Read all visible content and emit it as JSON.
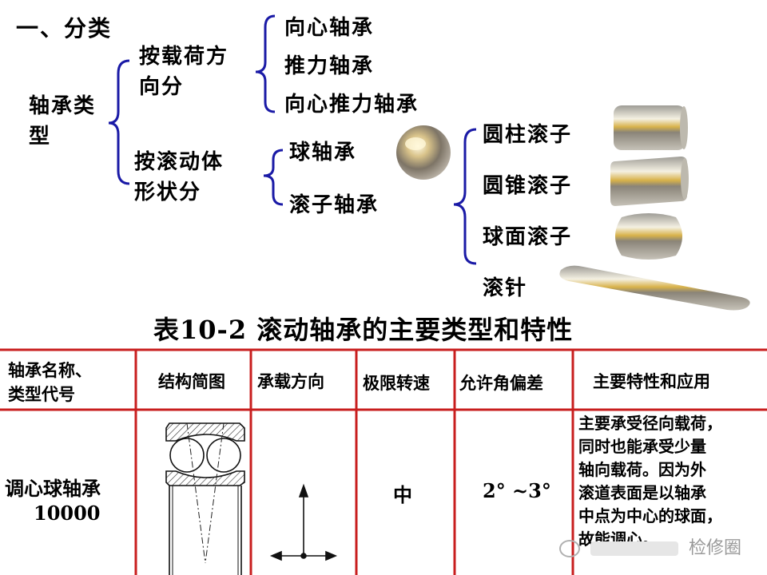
{
  "section": {
    "title": "一、分类"
  },
  "tree": {
    "root": [
      "轴承类",
      "型"
    ],
    "by_load": [
      "按载荷方",
      "向分"
    ],
    "load_types": [
      "向心轴承",
      "推力轴承",
      "向心推力轴承"
    ],
    "by_shape": [
      "按滚动体",
      "形状分"
    ],
    "shape_types": [
      "球轴承",
      "滚子轴承"
    ],
    "roller_types": [
      "圆柱滚子",
      "圆锥滚子",
      "球面滚子",
      "滚针"
    ]
  },
  "table": {
    "title": "表10-2  滚动轴承的主要类型和特性",
    "headers": [
      "轴承名称、",
      "类型代号",
      "结构简图",
      "承载方向",
      "极限转速",
      "允许角偏差",
      "主要特性和应用"
    ],
    "row": {
      "name": "调心球轴承",
      "code": "10000",
      "speed": "中",
      "angle": "2° ~3°",
      "features": [
        "主要承受径向载荷，",
        "同时也能承受少量",
        "轴向载荷。因为外",
        "滚道表面是以轴承",
        "中点为中心的球面，",
        "故能调心。"
      ]
    }
  },
  "watermark": {
    "text": "检修圈"
  },
  "colors": {
    "brace": "#1a1aa6",
    "table_line": "#c81e1e",
    "text": "#000000"
  },
  "icons": [
    "ball-image",
    "cylindrical-roller-image",
    "tapered-roller-image",
    "spherical-roller-image",
    "needle-roller-image",
    "bearing-diagram",
    "load-direction-arrow"
  ]
}
